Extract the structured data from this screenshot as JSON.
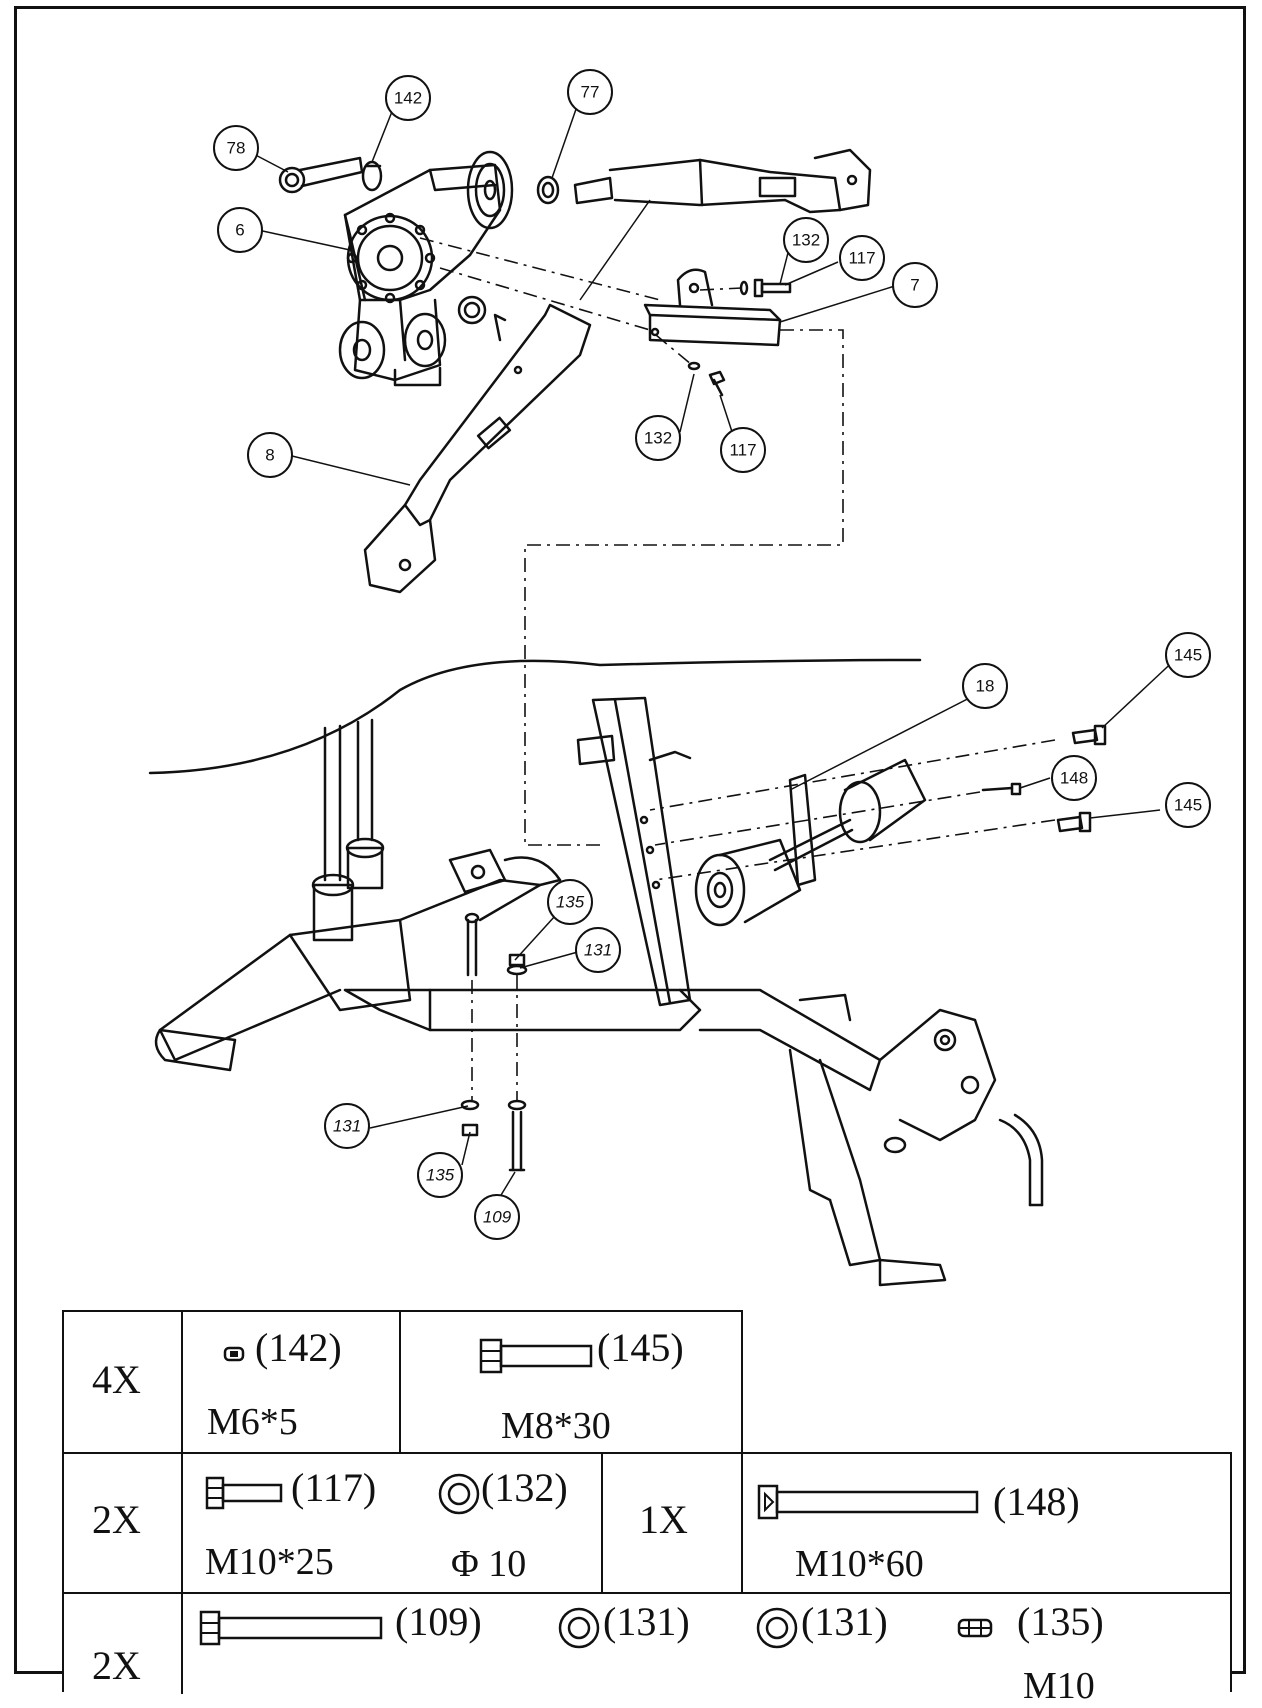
{
  "callouts": {
    "c142": "142",
    "c77": "77",
    "c78": "78",
    "c6": "6",
    "c132a": "132",
    "c117a": "117",
    "c7": "7",
    "c132b": "132",
    "c117b": "117",
    "c8": "8",
    "c145a": "145",
    "c18": "18",
    "c148": "148",
    "c145b": "145",
    "c135a": "135",
    "c131a": "131",
    "c131b": "131",
    "c135b": "135",
    "c109": "109"
  },
  "hardware": {
    "row1": {
      "qty": "4X",
      "a_part": "(142)",
      "a_spec": "M6*5",
      "b_part": "(145)",
      "b_spec": "M8*30"
    },
    "row2": {
      "qty": "2X",
      "a_part": "(117)",
      "a_spec": "M10*25",
      "b_part": "(132)",
      "b_spec": "Φ 10",
      "qty2": "1X",
      "c_part": "(148)",
      "c_spec": "M10*60"
    },
    "row3": {
      "qty": "2X",
      "a_part": "(109)",
      "b_part": "(131)",
      "c_part": "(131)",
      "d_part": "(135)",
      "d_spec": "M10"
    }
  }
}
